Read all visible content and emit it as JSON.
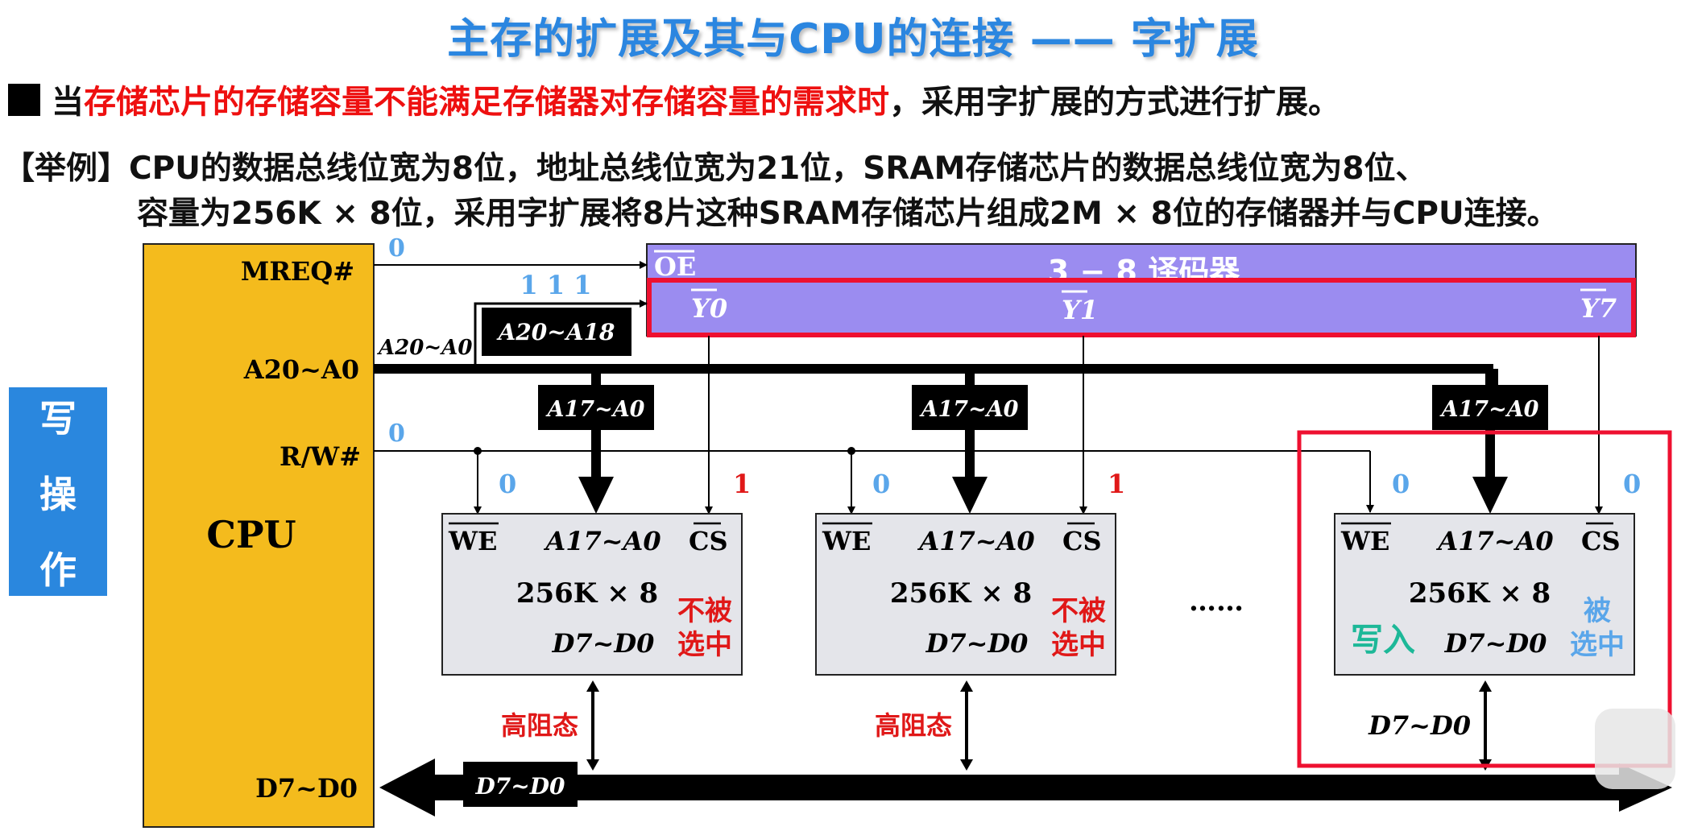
{
  "slide": {
    "title": "主存的扩展及其与CPU的连接 —— 字扩展",
    "point": {
      "prefix": "当",
      "highlight": "存储芯片的存储容量不能满足存储器对存储容量的需求时",
      "suffix": "，采用字扩展的方式进行扩展。"
    },
    "example": {
      "tag": "【举例】",
      "line1": "CPU的数据总线位宽为8位，地址总线位宽为21位，SRAM存储芯片的数据总线位宽为8位、",
      "line2": "容量为256K × 8位，采用字扩展将8片这种SRAM存储芯片组成2M × 8位的存储器并与CPU连接。"
    },
    "side_label": [
      "写",
      "操",
      "作"
    ]
  },
  "diagram": {
    "cpu": {
      "name": "CPU",
      "pins": {
        "mreq": "MREQ#",
        "addr": "A20~A0",
        "rw": "R/W#",
        "data": "D7~D0"
      }
    },
    "signals": {
      "mreq_value": "0",
      "rw_value": "0",
      "decoder_inputs": "1 1 1",
      "addr_bus_label": "A20~A0",
      "decoder_addr_label": "A20~A18",
      "chip_addr_label": "A17~A0",
      "data_bus_label": "D7~D0"
    },
    "decoder": {
      "name": "3 − 8 译码器",
      "enable": "OE",
      "outputs": [
        "Y0",
        "Y1",
        "Y7"
      ]
    },
    "chips": [
      {
        "we": "WE",
        "addr": "A17~A0",
        "cs": "CS",
        "capacity": "256K × 8",
        "data": "D7~D0",
        "we_value": "0",
        "cs_value": "1",
        "state": "不被\n选中",
        "bus_state": "高阻态",
        "selected": false
      },
      {
        "we": "WE",
        "addr": "A17~A0",
        "cs": "CS",
        "capacity": "256K × 8",
        "data": "D7~D0",
        "we_value": "0",
        "cs_value": "1",
        "state": "不被\n选中",
        "bus_state": "高阻态",
        "selected": false
      },
      {
        "we": "WE",
        "addr": "A17~A0",
        "cs": "CS",
        "capacity": "256K × 8",
        "data": "D7~D0",
        "we_value": "0",
        "cs_value": "0",
        "state": "被\n选中",
        "bus_state": "D7~D0",
        "action": "写入",
        "selected": true
      }
    ],
    "ellipsis": "……",
    "colors": {
      "cpu": "#f4bb1d",
      "decoder": "#9b8cf0",
      "chip": "#e4e5ea",
      "highlight": "#ee1030",
      "value_blue": "#5aa6ea",
      "value_red": "#e01818",
      "write_green": "#1db898"
    }
  }
}
